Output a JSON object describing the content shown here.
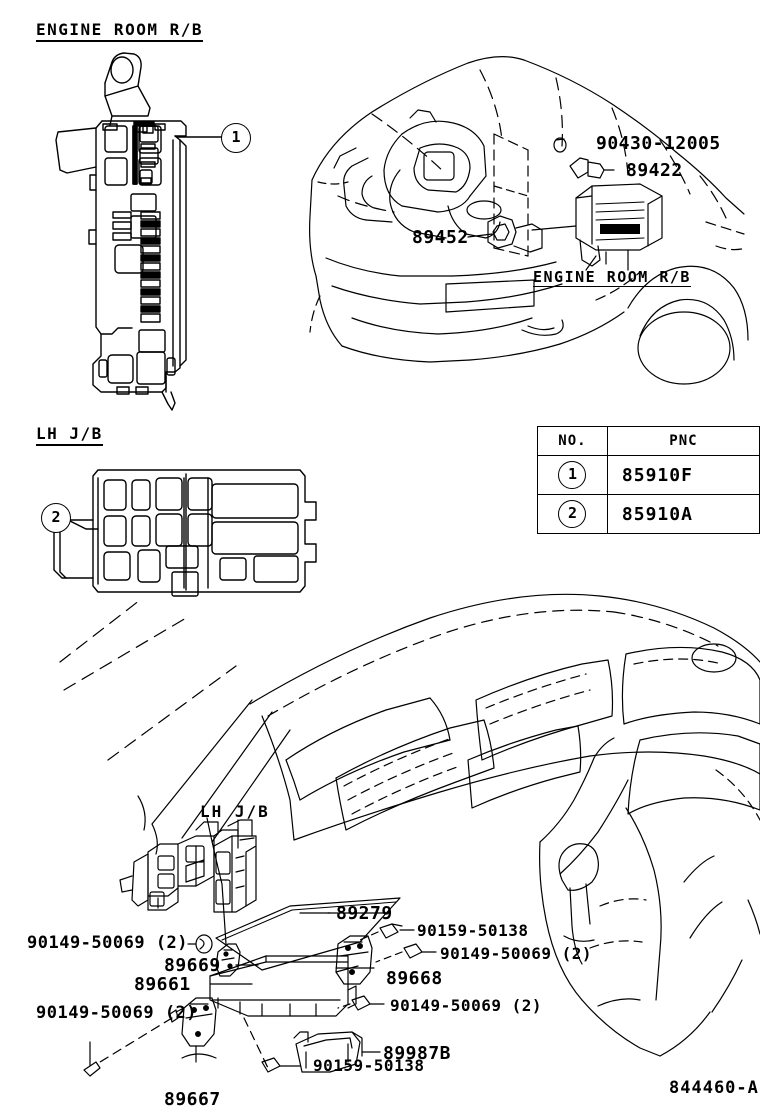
{
  "drawing": {
    "code": "844460-A",
    "sheet_type": "parts-catalog-illustration"
  },
  "sections": {
    "engine_room_rb": {
      "title": "ENGINE ROOM R/B",
      "callout": "1"
    },
    "lh_jb": {
      "title": "LH J/B",
      "callout": "2"
    }
  },
  "pnc_table": {
    "headers": [
      "NO.",
      "PNC"
    ],
    "rows": [
      {
        "no": "1",
        "pnc": "85910F"
      },
      {
        "no": "2",
        "pnc": "85910A"
      }
    ]
  },
  "engine_bay_labels": {
    "bolt_top": "90430-12005",
    "sensor_right": "89422",
    "sensor_left": "89452",
    "module_label": "ENGINE ROOM R/B"
  },
  "dash_labels": {
    "lh_jb": "LH J/B",
    "cover": "89279",
    "clip_left_upper": "90149-50069 (2)",
    "bracket_upper": "89669",
    "ecu": "89661",
    "clip_left_lower": "90149-50069 (2)",
    "bracket_lower": "89667",
    "screw_mid": "90159-50138",
    "clip_right_upper": "90149-50069 (2)",
    "bracket_right": "89668",
    "clip_right_lower": "90149-50069 (2)",
    "bracket_console": "89987B",
    "screw_bottom": "90159-50138"
  },
  "icons": {
    "callout_bubble": "numbered-callout-circle",
    "leader_line": "leader-line",
    "fuse_box": "fuse-box-outline",
    "junction_box": "junction-box-outline",
    "ecu_module": "ecu-module-outline",
    "vehicle_front": "vehicle-front-outline",
    "dashboard": "dashboard-outline"
  },
  "colors": {
    "ink": "#000000",
    "paper": "#ffffff"
  }
}
